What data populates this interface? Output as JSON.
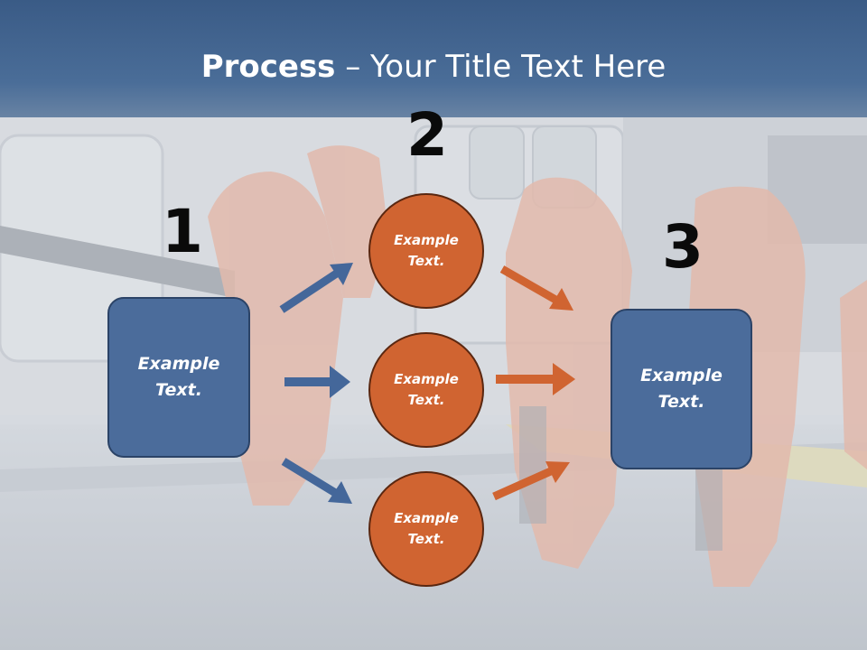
{
  "slide": {
    "title_bold": "Process",
    "title_rest": " – Your Title Text Here",
    "step1_number": "1",
    "step2_number": "2",
    "step3_number": "3",
    "left_box_text": "Example\nText.",
    "right_box_text": "Example\nText.",
    "circles": [
      {
        "text": "Example\nText."
      },
      {
        "text": "Example\nText."
      },
      {
        "text": "Example\nText."
      }
    ]
  },
  "colors": {
    "title_bar": "#3a5b86",
    "box_fill": "#4b6c9b",
    "circle_fill": "#d06431",
    "blue_arrow": "#44679a",
    "orange_arrow": "#d06431"
  }
}
